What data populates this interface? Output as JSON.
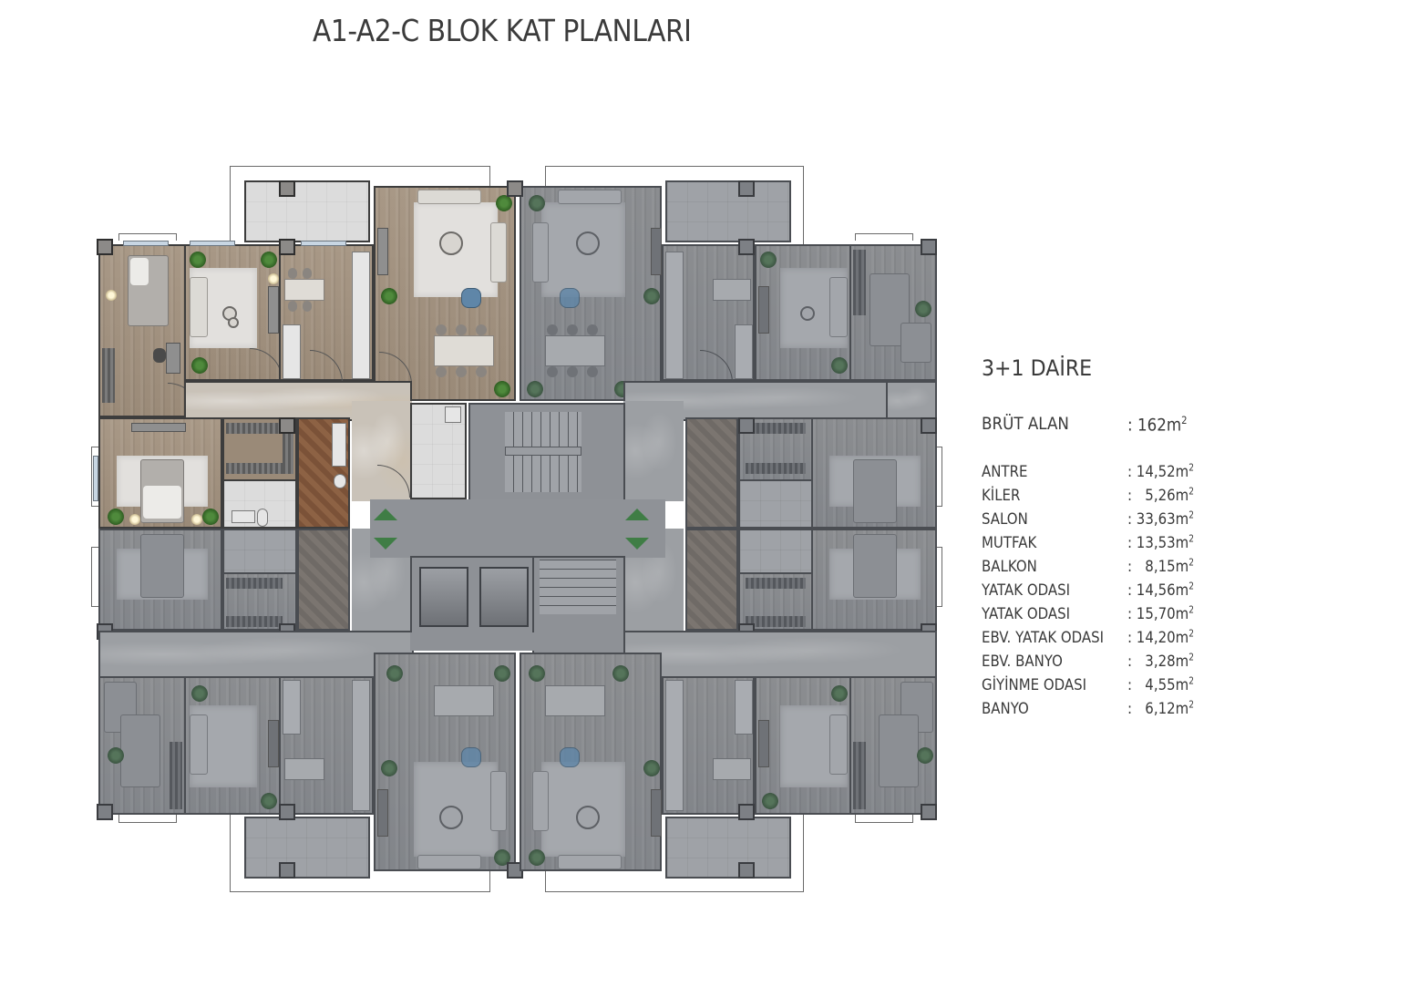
{
  "page": {
    "title": "A1-A2-C BLOK KAT PLANLARI"
  },
  "legend": {
    "unit_type": "3+1 DAİRE",
    "gross_area": {
      "label": "BRÜT ALAN",
      "value": ": 162m",
      "unit_sup": "2"
    },
    "rooms": [
      {
        "label": "ANTRE",
        "value": ": 14,52m",
        "unit_sup": "2"
      },
      {
        "label": "KİLER",
        "value": ":   5,26m",
        "unit_sup": "2"
      },
      {
        "label": "SALON",
        "value": ": 33,63m",
        "unit_sup": "2"
      },
      {
        "label": "MUTFAK",
        "value": ": 13,53m",
        "unit_sup": "2"
      },
      {
        "label": "BALKON",
        "value": ":   8,15m",
        "unit_sup": "2"
      },
      {
        "label": "YATAK ODASI",
        "value": ": 14,56m",
        "unit_sup": "2"
      },
      {
        "label": "YATAK ODASI",
        "value": ": 15,70m",
        "unit_sup": "2"
      },
      {
        "label": "EBV. YATAK ODASI",
        "value": ": 14,20m",
        "unit_sup": "2"
      },
      {
        "label": "EBV. BANYO",
        "value": ":   3,28m",
        "unit_sup": "2"
      },
      {
        "label": "GİYİNME ODASI",
        "value": ":   4,55m",
        "unit_sup": "2"
      },
      {
        "label": "BANYO",
        "value": ":   6,12m",
        "unit_sup": "2"
      }
    ]
  },
  "plan": {
    "units": [
      {
        "position": "top-left",
        "highlighted": true
      },
      {
        "position": "top-right",
        "highlighted": false
      },
      {
        "position": "bottom-left",
        "highlighted": false
      },
      {
        "position": "bottom-right",
        "highlighted": false
      }
    ],
    "core": {
      "elevators": 2,
      "stairs": 2,
      "lift_arrows": [
        "up",
        "down",
        "up",
        "down"
      ]
    },
    "colors": {
      "highlight_wood": "#a89886",
      "dimmed_grey": "#8b8d90",
      "wall": "#3d3d3d",
      "armchair_blue": "#5f86a8",
      "lift_arrow_green": "#3f7d45",
      "title_text": "#3b3b3b"
    }
  }
}
